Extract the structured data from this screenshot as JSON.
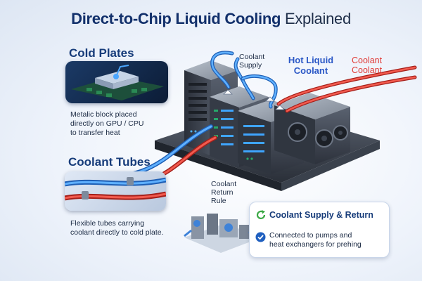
{
  "title": {
    "bold": "Direct-to-Chip Liquid Cooling",
    "light": "Explained"
  },
  "cold_plates": {
    "heading": "Cold Plates",
    "description": [
      "Metalic block placed",
      "directly on GPU / CPU",
      "to transfer heat"
    ]
  },
  "coolant_tubes": {
    "heading": "Coolant Tubes",
    "description": [
      "Flexible tubes carrying",
      "coolant directly to cold plate."
    ]
  },
  "diagram_labels": {
    "coolant_supply": [
      "Coolant",
      "Supply"
    ],
    "hot_liquid": [
      "Hot Liquid",
      "Coolant"
    ],
    "coolant_red": [
      "Coolant",
      "Coolant"
    ],
    "coolant_return": [
      "Coolant",
      "Return",
      "Rule"
    ]
  },
  "info_card": {
    "title": "Coolant Supply & Return",
    "text": [
      "Connected to pumps and",
      "heat exchangers for prehing"
    ]
  },
  "colors": {
    "title": "#12306b",
    "heading": "#173c7a",
    "cold_tube": "#2f7fe0",
    "hot_tube": "#e23b33",
    "accent_green": "#3aa845"
  }
}
